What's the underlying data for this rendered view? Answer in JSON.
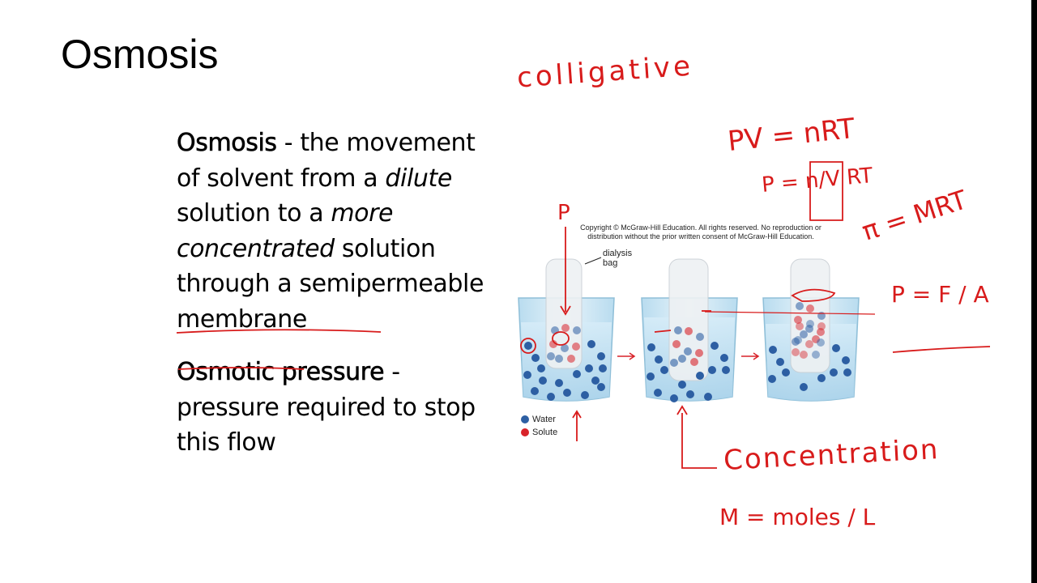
{
  "slide": {
    "title": "Osmosis",
    "def1": {
      "term": "Osmosis",
      "sep": " - the movement of solvent from a ",
      "dilute": "dilute",
      "mid": " solution to a ",
      "concentrated": "more concentrated",
      "end": " solution through a ",
      "membrane": "semipermeable membrane"
    },
    "def2": {
      "term": "Osmotic pressure",
      "rest": " - pressure required to stop this flow"
    }
  },
  "figure": {
    "copyright": "Copyright © McGraw-Hill Education. All rights reserved. No reproduction or distribution without the prior written consent of McGraw-Hill Education.",
    "bag_label": "dialysis bag",
    "legend": {
      "water": "Water",
      "solute": "Solute"
    },
    "colors": {
      "water": "#2d5fa3",
      "solute": "#d8232a",
      "beaker": "#cfe6f3"
    }
  },
  "annotations": {
    "colligative": "colligative",
    "ideal_gas": "PV = nRT",
    "p_nrt": "P = n/V RT",
    "pi": "π = MRT",
    "p_fa": "P = F / A",
    "p_arrow": "P",
    "concentration": "Concentration",
    "molarity": "M = moles / L"
  }
}
